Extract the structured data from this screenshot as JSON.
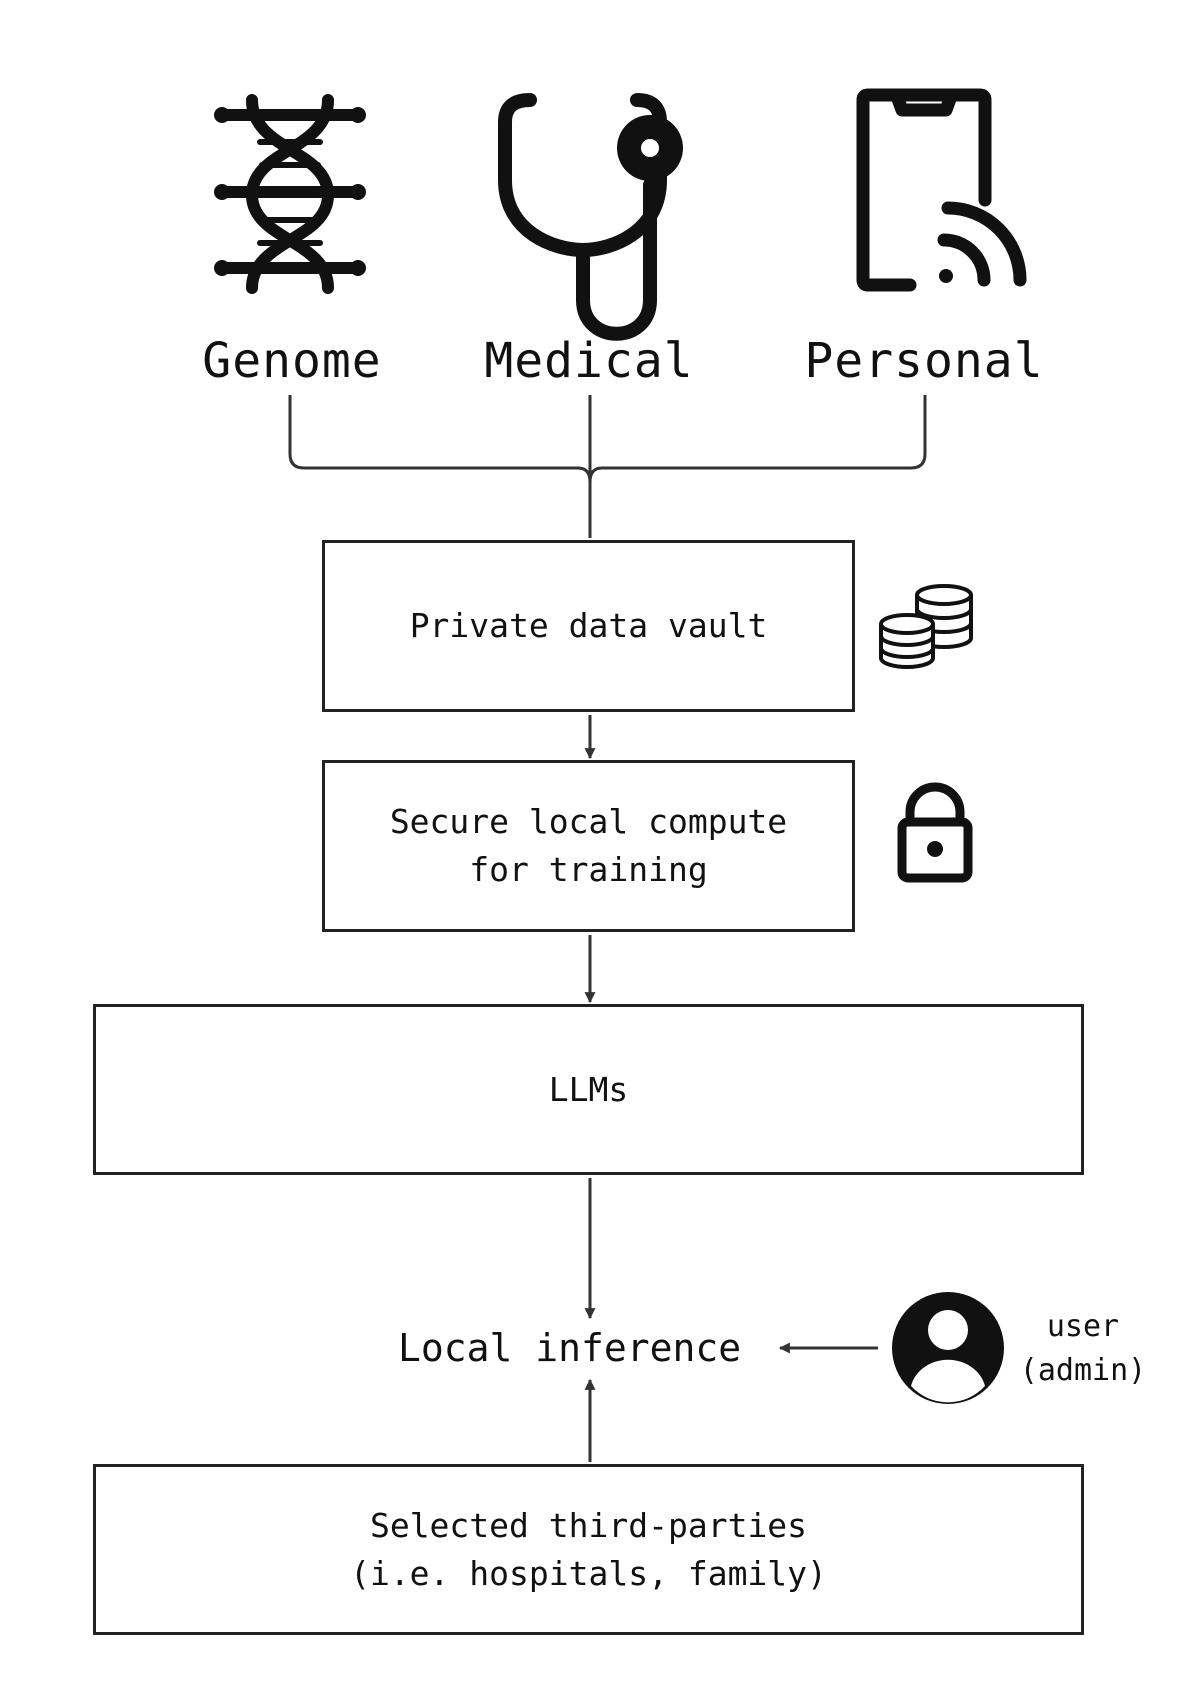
{
  "sources": [
    {
      "label": "Genome",
      "icon": "dna-icon"
    },
    {
      "label": "Medical",
      "icon": "stethoscope-icon"
    },
    {
      "label": "Personal",
      "icon": "phone-signal-icon"
    }
  ],
  "vault": {
    "label": "Private data vault",
    "icon": "coins-stack-icon"
  },
  "compute": {
    "line1": "Secure local compute",
    "line2": "for training",
    "icon": "unlocked-padlock-icon"
  },
  "llms": {
    "label": "LLMs"
  },
  "inference": {
    "label": "Local inference"
  },
  "user": {
    "line1": "user",
    "line2": "(admin)",
    "icon": "user-avatar-icon"
  },
  "third_parties": {
    "line1": "Selected third-parties",
    "line2": "(i.e. hospitals, family)"
  },
  "colors": {
    "stroke": "#222222",
    "icon": "#111111",
    "background": "#ffffff"
  }
}
